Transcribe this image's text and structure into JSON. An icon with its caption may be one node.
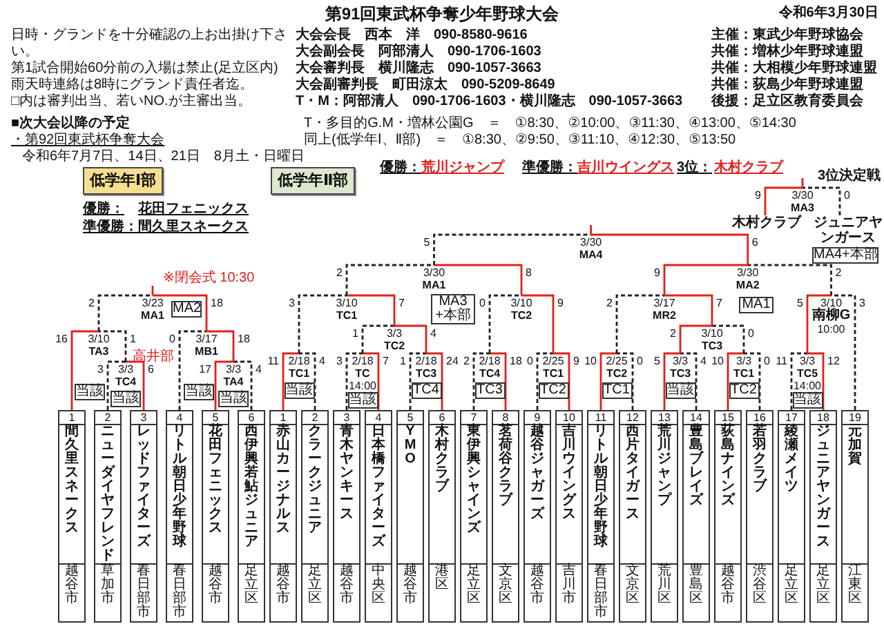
{
  "diagram": {
    "title": "第91回東武杯争奪少年野球大会",
    "nodes": [
      {
        "text": [
          "低学年Ⅰ部"
        ]
      },
      {
        "text": [
          "低学年Ⅱ部"
        ]
      },
      {
        "text": [
          "1",
          "間久里スネークス",
          "越谷市"
        ]
      },
      {
        "text": [
          "2",
          "ニューダイヤフレンド",
          "草加市"
        ]
      },
      {
        "text": [
          "3",
          "レッドファイターズ",
          "春日部市"
        ]
      },
      {
        "text": [
          "4",
          "リトル朝日少年野球",
          "春日部市"
        ]
      },
      {
        "text": [
          "5",
          "花田フェニックス",
          "越谷市"
        ]
      },
      {
        "text": [
          "6",
          "西伊興若鮎ジュニア",
          "足立区"
        ]
      },
      {
        "text": [
          "3/3",
          "TC4"
        ]
      },
      {
        "text": [
          "3/3",
          "TA4"
        ]
      },
      {
        "text": [
          "3/10",
          "TA3"
        ]
      },
      {
        "text": [
          "3/17",
          "MB1"
        ]
      },
      {
        "text": [
          "3/23",
          "MA1"
        ]
      },
      {
        "text": [
          "1",
          "赤山カージナルス",
          "越谷市"
        ]
      },
      {
        "text": [
          "2",
          "クラークジュニア",
          "足立区"
        ]
      },
      {
        "text": [
          "3",
          "青木ヤンキース",
          "越谷市"
        ]
      },
      {
        "text": [
          "4",
          "日本橋ファイターズ",
          "中央区"
        ]
      },
      {
        "text": [
          "5",
          "YMO",
          "越谷市"
        ]
      },
      {
        "text": [
          "6",
          "木村クラブ",
          "港区"
        ]
      },
      {
        "text": [
          "7",
          "東伊興シャインズ",
          "足立区"
        ]
      },
      {
        "text": [
          "8",
          "茗荷谷クラブ",
          "文京区"
        ]
      },
      {
        "text": [
          "9",
          "越谷ジャガーズ",
          "越谷市"
        ]
      },
      {
        "text": [
          "10",
          "吉川ウイングス",
          "吉川市"
        ]
      },
      {
        "text": [
          "11",
          "リトル朝日少年野球",
          "春日部市"
        ]
      },
      {
        "text": [
          "12",
          "西片タイガース",
          "文京区"
        ]
      },
      {
        "text": [
          "13",
          "荒川ジャンプ",
          "荒川区"
        ]
      },
      {
        "text": [
          "14",
          "豊島ブレイズ",
          "豊島区"
        ]
      },
      {
        "text": [
          "15",
          "荻島ナインズ",
          "越谷市"
        ]
      },
      {
        "text": [
          "16",
          "若羽クラブ",
          "渋谷区"
        ]
      },
      {
        "text": [
          "17",
          "綾瀬メイツ",
          "足立区"
        ]
      },
      {
        "text": [
          "18",
          "ジュニアヤンガース",
          "足立区"
        ]
      },
      {
        "text": [
          "19",
          "元加賀",
          "江東区"
        ]
      },
      {
        "text": [
          "2/18",
          "TC1"
        ]
      },
      {
        "text": [
          "2/18",
          "TC",
          "14:00"
        ]
      },
      {
        "text": [
          "2/18",
          "TC3"
        ]
      },
      {
        "text": [
          "2/18",
          "TC4"
        ]
      },
      {
        "text": [
          "2/25",
          "TC1"
        ]
      },
      {
        "text": [
          "2/25",
          "TC2"
        ]
      },
      {
        "text": [
          "3/3",
          "TC3"
        ]
      },
      {
        "text": [
          "3/3",
          "TC1"
        ]
      },
      {
        "text": [
          "3/3",
          "TC5",
          "14:00"
        ]
      },
      {
        "text": [
          "3/3",
          "TC2"
        ]
      },
      {
        "text": [
          "3/10",
          "TC3"
        ]
      },
      {
        "text": [
          "3/10",
          "TC1"
        ]
      },
      {
        "text": [
          "3/10",
          "TC2"
        ]
      },
      {
        "text": [
          "3/17",
          "MR2"
        ]
      },
      {
        "text": [
          "3/10",
          "南柳G",
          "10:00"
        ]
      },
      {
        "text": [
          "3/30",
          "MA1"
        ]
      },
      {
        "text": [
          "3/30",
          "MA2"
        ]
      },
      {
        "text": [
          "3/30",
          "MA4"
        ]
      },
      {
        "text": [
          "3/30",
          "MA3"
        ]
      },
      {
        "text": [
          "木村クラブ"
        ]
      },
      {
        "text": [
          "ジュニアヤンガース"
        ]
      }
    ],
    "edges": [
      {
        "from": 3,
        "to": 8,
        "arrow": "none",
        "label": "3",
        "style": "dashed",
        "color": "#222222"
      },
      {
        "from": 4,
        "to": 8,
        "arrow": "none",
        "label": "6",
        "color": "#e0201c"
      },
      {
        "from": 6,
        "to": 9,
        "arrow": "none",
        "label": "17",
        "color": "#e0201c"
      },
      {
        "from": 7,
        "to": 9,
        "arrow": "none",
        "label": "4",
        "style": "dashed",
        "color": "#222222"
      },
      {
        "from": 2,
        "to": 10,
        "arrow": "none",
        "label": "16",
        "color": "#e0201c"
      },
      {
        "from": 8,
        "to": 10,
        "arrow": "none",
        "label": "1",
        "style": "dashed",
        "color": "#222222"
      },
      {
        "from": 5,
        "to": 11,
        "arrow": "none",
        "label": "0",
        "style": "dashed",
        "color": "#222222"
      },
      {
        "from": 9,
        "to": 11,
        "arrow": "none",
        "label": "18",
        "color": "#e0201c"
      },
      {
        "from": 10,
        "to": 12,
        "arrow": "none",
        "label": "2",
        "style": "dashed",
        "color": "#222222"
      },
      {
        "from": 11,
        "to": 12,
        "arrow": "none",
        "label": "18",
        "color": "#e0201c"
      },
      {
        "from": 12,
        "to": null,
        "arrow": "none",
        "color": "#e0201c"
      },
      {
        "from": 13,
        "to": 32,
        "arrow": "none",
        "label": "11",
        "color": "#e0201c"
      },
      {
        "from": 14,
        "to": 32,
        "arrow": "none",
        "label": "4",
        "style": "dashed",
        "color": "#222222"
      },
      {
        "from": 15,
        "to": 33,
        "arrow": "none",
        "label": "3",
        "style": "dashed",
        "color": "#222222"
      },
      {
        "from": 16,
        "to": 33,
        "arrow": "none",
        "label": "7",
        "color": "#e0201c"
      },
      {
        "from": 17,
        "to": 34,
        "arrow": "none",
        "label": "1",
        "style": "dashed",
        "color": "#222222"
      },
      {
        "from": 18,
        "to": 34,
        "arrow": "none",
        "label": "24",
        "color": "#e0201c"
      },
      {
        "from": 19,
        "to": 35,
        "arrow": "none",
        "label": "2",
        "style": "dashed",
        "color": "#222222"
      },
      {
        "from": 20,
        "to": 35,
        "arrow": "none",
        "label": "18",
        "color": "#e0201c"
      },
      {
        "from": 21,
        "to": 36,
        "arrow": "none",
        "label": "0",
        "style": "dashed",
        "color": "#222222"
      },
      {
        "from": 22,
        "to": 36,
        "arrow": "none",
        "label": "9",
        "color": "#e0201c"
      },
      {
        "from": 23,
        "to": 37,
        "arrow": "none",
        "label": "10",
        "color": "#e0201c"
      },
      {
        "from": 24,
        "to": 37,
        "arrow": "none",
        "label": "0",
        "style": "dashed",
        "color": "#222222"
      },
      {
        "from": 25,
        "to": 38,
        "arrow": "none",
        "label": "5",
        "color": "#e0201c"
      },
      {
        "from": 26,
        "to": 38,
        "arrow": "none",
        "label": "4",
        "style": "dashed",
        "color": "#222222"
      },
      {
        "from": 27,
        "to": 39,
        "arrow": "none",
        "label": "10",
        "color": "#e0201c"
      },
      {
        "from": 28,
        "to": 39,
        "arrow": "none",
        "label": "0",
        "style": "dashed",
        "color": "#222222"
      },
      {
        "from": 29,
        "to": 40,
        "arrow": "none",
        "label": "11",
        "style": "dashed",
        "color": "#222222"
      },
      {
        "from": 30,
        "to": 40,
        "arrow": "none",
        "label": "12",
        "color": "#e0201c"
      },
      {
        "from": 33,
        "to": 41,
        "arrow": "none",
        "label": "1",
        "style": "dashed",
        "color": "#222222"
      },
      {
        "from": 34,
        "to": 41,
        "arrow": "none",
        "label": "4",
        "color": "#e0201c"
      },
      {
        "from": 38,
        "to": 42,
        "arrow": "none",
        "label": "2",
        "color": "#e0201c"
      },
      {
        "from": 39,
        "to": 42,
        "arrow": "none",
        "label": "0",
        "style": "dashed",
        "color": "#222222"
      },
      {
        "from": 32,
        "to": 43,
        "arrow": "none",
        "label": "3",
        "style": "dashed",
        "color": "#222222"
      },
      {
        "from": 41,
        "to": 43,
        "arrow": "none",
        "label": "7",
        "color": "#e0201c"
      },
      {
        "from": 35,
        "to": 44,
        "arrow": "none",
        "label": "0",
        "style": "dashed",
        "color": "#222222"
      },
      {
        "from": 36,
        "to": 44,
        "arrow": "none",
        "label": "9",
        "color": "#e0201c"
      },
      {
        "from": 37,
        "to": 45,
        "arrow": "none",
        "label": "2",
        "style": "dashed",
        "color": "#222222"
      },
      {
        "from": 42,
        "to": 45,
        "arrow": "none",
        "label": "7",
        "color": "#e0201c"
      },
      {
        "from": 40,
        "to": 46,
        "arrow": "none",
        "label": "5",
        "color": "#e0201c"
      },
      {
        "from": 31,
        "to": 46,
        "arrow": "none",
        "label": "3",
        "style": "dashed",
        "color": "#222222"
      },
      {
        "from": 43,
        "to": 47,
        "arrow": "none",
        "label": "2",
        "style": "dashed",
        "color": "#222222"
      },
      {
        "from": 44,
        "to": 47,
        "arrow": "none",
        "label": "8",
        "color": "#e0201c"
      },
      {
        "from": 45,
        "to": 48,
        "arrow": "none",
        "label": "9",
        "color": "#e0201c"
      },
      {
        "from": 46,
        "to": 48,
        "arrow": "none",
        "label": "2",
        "style": "dashed",
        "color": "#222222"
      },
      {
        "from": 47,
        "to": 49,
        "arrow": "none",
        "label": "5",
        "style": "dashed",
        "color": "#222222"
      },
      {
        "from": 48,
        "to": 49,
        "arrow": "none",
        "label": "6",
        "color": "#e0201c"
      },
      {
        "from": 49,
        "to": null,
        "arrow": "none",
        "color": "#e0201c"
      },
      {
        "from": 51,
        "to": 50,
        "arrow": "none",
        "label": "9",
        "color": "#e0201c"
      },
      {
        "from": 52,
        "to": 50,
        "arrow": "none",
        "label": "0",
        "style": "dashed",
        "color": "#222222"
      },
      {
        "from": 50,
        "to": null,
        "arrow": "none",
        "color": "#e0201c"
      }
    ],
    "labels": [
      "令和6年3月30日",
      "日時・グランドを十分確認の上お出掛け下さい。",
      "第1試合開始60分前の入場は禁止(足立区内)",
      "雨天時連絡は8時にグランド責任者迄。",
      "□内は審判出当、若いNO.が主審出当。",
      "大会会長　西本　洋　090-8580-9616",
      "大会副会長　阿部清人　090-1706-1603",
      "大会審判長　横川隆志　090-1057-3663",
      "大会副審判長　町田涼太　090-5209-8649",
      "T・M：阿部清人　090-1706-1603・横川隆志　090-1057-3663",
      "主催：東武少年野球協会",
      "共催：増林少年野球連盟",
      "共催：大相模少年野球連盟",
      "共催：荻島少年野球連盟",
      "後援：足立区教育委員会",
      "■次大会以降の予定",
      "・第92回東武杯争奪大会",
      "令和6年7月7日、14日、21日　8月土・日曜日",
      "T・多目的G.M・増林公園G　＝　①8:30、②10:00、③11:30、④13:00、⑤14:30",
      "同上(低学年Ⅰ、Ⅱ部)　＝　①8:30、②9:50、③11:10、④12:30、⑤13:50",
      "優勝：",
      "荒川ジャンプ",
      "準優勝：",
      "吉川ウイングス",
      "3位：",
      "木村クラブ",
      "優勝：",
      "花田フェニックス",
      "準優勝：",
      "間久里スネークス",
      "※閉会式 10:30",
      "3位決定戦",
      "MA2",
      "高井部",
      "当該",
      "当該",
      "当該",
      "当該",
      "MA3+本部",
      "MA1",
      "MA4+本部",
      "当該",
      "当該",
      "TC4",
      "TC3",
      "TC2",
      "TC1",
      "当該",
      "TC2",
      "当該"
    ]
  }
}
